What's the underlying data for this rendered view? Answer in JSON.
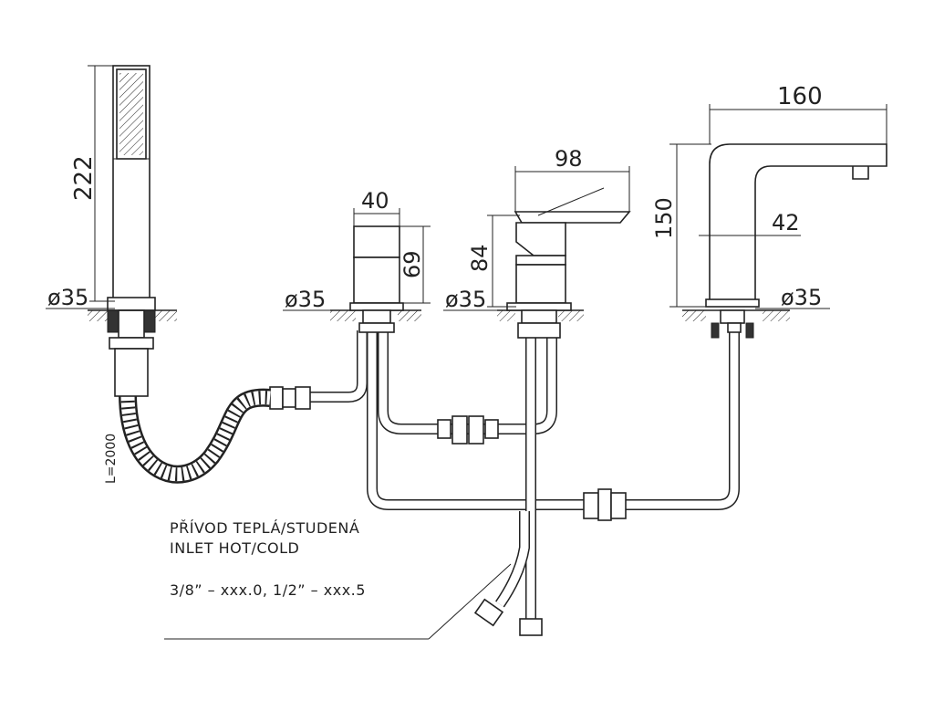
{
  "dimensions": {
    "handshower_height": "222",
    "handshower_diameter": "ø35",
    "hose_length": "L=2000",
    "diverter_width": "40",
    "diverter_height": "69",
    "diverter_diameter": "ø35",
    "mixer_width": "98",
    "mixer_height": "84",
    "mixer_diameter": "ø35",
    "spout_reach": "160",
    "spout_height": "150",
    "spout_offset": "42",
    "spout_diameter": "ø35"
  },
  "labels": {
    "inlet_cz": "PŘÍVOD TEPLÁ/STUDENÁ",
    "inlet_en": "INLET HOT/COLD",
    "thread_note": "3/8” – xxx.0, 1/2” – xxx.5"
  }
}
